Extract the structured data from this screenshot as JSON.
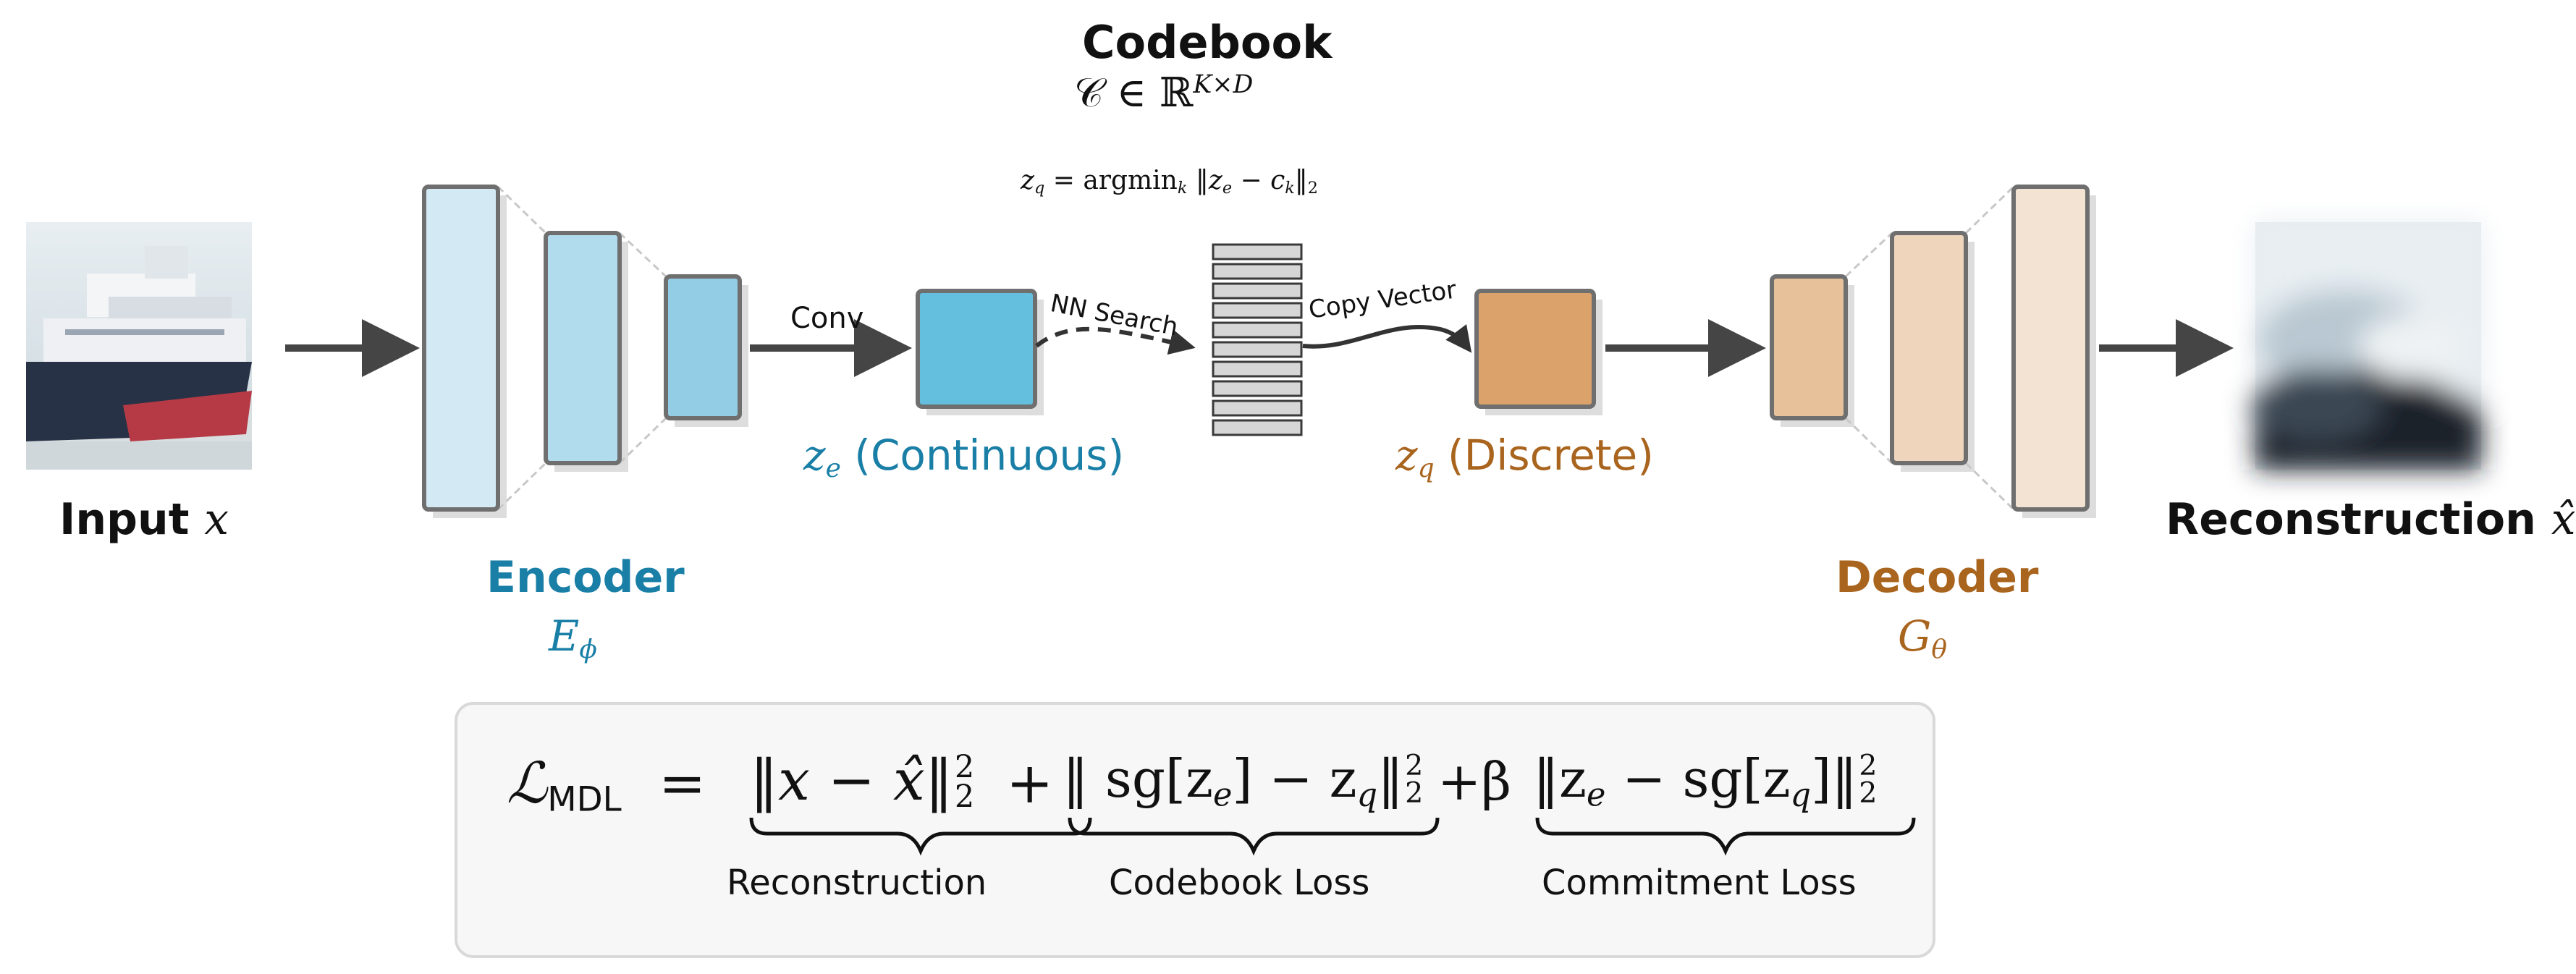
{
  "colors": {
    "encoder": "#1a7fa6",
    "decoder": "#a9641e",
    "arrow": "#454545",
    "encoder_fill_light": "#d3e9f3",
    "encoder_fill_mid": "#b1dced",
    "encoder_fill_dark": "#93cde5",
    "z_e_fill": "#64bede",
    "z_q_fill": "#dca26b",
    "decoder_fill_dark": "#e6c199",
    "decoder_fill_mid": "#eed5bb",
    "decoder_fill_light": "#f3e3d2"
  },
  "codebook": {
    "title": "Codebook",
    "space_symbol": "𝒞 ∈ ℝ",
    "space_superscript": "K×D",
    "lookup_lhs": "z",
    "lookup_lhs_sub": "q",
    "lookup_eq": " = argmin",
    "lookup_argmin_sub": "k",
    "lookup_norm": " ‖z",
    "lookup_ze_sub": "e",
    "lookup_minus": " − c",
    "lookup_ck_sub": "k",
    "lookup_end": "‖",
    "lookup_end_sub": "2",
    "rows": 10
  },
  "input": {
    "label": "Input",
    "symbol": "x"
  },
  "output": {
    "label": "Reconstruction",
    "symbol": "x̂"
  },
  "encoder": {
    "title": "Encoder",
    "symbol": "E",
    "symbol_sub": "ϕ"
  },
  "decoder": {
    "title": "Decoder",
    "symbol": "G",
    "symbol_sub": "θ"
  },
  "edges": {
    "conv": "Conv",
    "nn_search": "NN Search",
    "copy_vector": "Copy Vector"
  },
  "latents": {
    "z_e_symbol": "z",
    "z_e_sub": "e",
    "z_e_text": "(Continuous)",
    "z_q_symbol": "z",
    "z_q_sub": "q",
    "z_q_text": "(Discrete)"
  },
  "loss": {
    "lhs_symbol": "ℒ",
    "lhs_sub": "MDL",
    "eq": "=",
    "term1": "‖x − x̂‖",
    "term1_sup": "2",
    "term1_sub": "2",
    "plus1": "+",
    "term2_open": "‖ sg[z",
    "term2_e": "e",
    "term2_mid": "] − z",
    "term2_q": "q",
    "term2_close": "‖",
    "term2_sup": "2",
    "term2_sub": "2",
    "plus2": "+β",
    "term3_open": "‖z",
    "term3_e": "e",
    "term3_mid": " − sg[z",
    "term3_q": "q",
    "term3_close": "]‖",
    "term3_sup": "2",
    "term3_sub": "2",
    "brace1_label": "Reconstruction",
    "brace2_label": "Codebook Loss",
    "brace3_label": "Commitment Loss"
  }
}
